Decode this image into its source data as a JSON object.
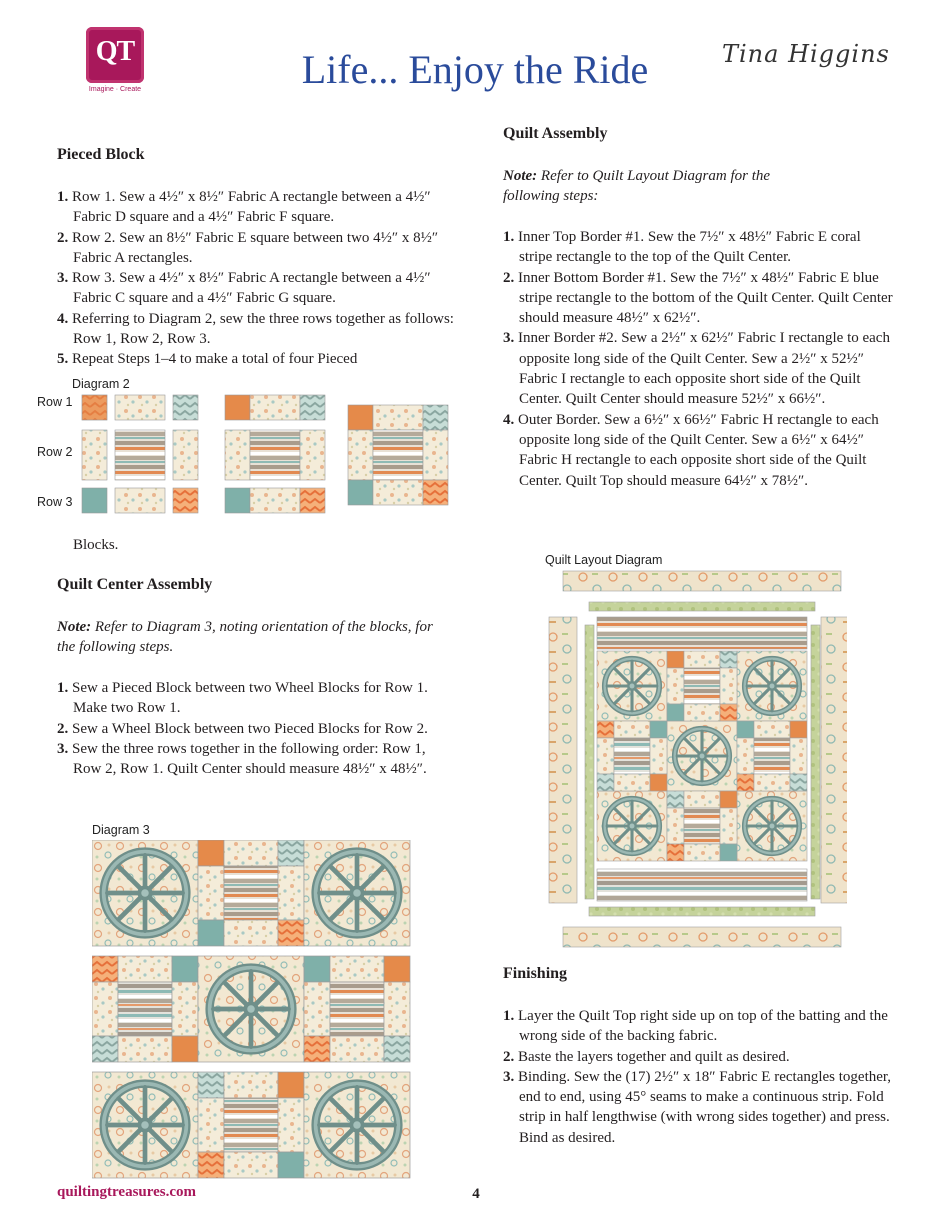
{
  "header": {
    "logo_text": "QT",
    "logo_tagline": "Imagine · Create",
    "title": "Life... Enjoy the Ride",
    "designer_signature": "Tina Higgins"
  },
  "left": {
    "pieced_block": {
      "heading": "Pieced Block",
      "steps": [
        {
          "num": "1.",
          "text": "Row 1. Sew a 4½″ x 8½″ Fabric A rectangle between a 4½″ Fabric D square and a 4½″ Fabric F square."
        },
        {
          "num": "2.",
          "text": "Row 2. Sew an 8½″ Fabric E square between two 4½″ x 8½″ Fabric A rectangles."
        },
        {
          "num": "3.",
          "text": "Row 3. Sew a 4½″ x 8½″ Fabric A rectangle between a 4½″ Fabric C square and a 4½″ Fabric G square."
        },
        {
          "num": "4.",
          "text": "Referring to Diagram 2, sew the three rows together as follows: Row 1, Row 2, Row 3."
        },
        {
          "num": "5.",
          "text": "Repeat Steps 1–4 to make a total of four Pieced"
        }
      ],
      "continuation": "Blocks."
    },
    "diagram2": {
      "caption": "Diagram 2",
      "row_labels": [
        "Row 1",
        "Row 2",
        "Row 3"
      ]
    },
    "quilt_center_assembly": {
      "heading": "Quilt Center Assembly",
      "note_label": "Note:",
      "note_text": " Refer to Diagram 3, noting orientation of the blocks, for the following steps.",
      "steps": [
        {
          "num": "1.",
          "text": "Sew a Pieced Block between two Wheel Blocks for Row 1. Make two Row 1."
        },
        {
          "num": "2.",
          "text": "Sew a Wheel Block between two Pieced Blocks for Row 2."
        },
        {
          "num": "3.",
          "text": "Sew the three rows together in the following order: Row 1, Row 2, Row 1. Quilt Center should measure 48½″ x 48½″."
        }
      ]
    },
    "diagram3": {
      "caption": "Diagram 3"
    }
  },
  "right": {
    "quilt_assembly": {
      "heading": "Quilt Assembly",
      "note_label": "Note:",
      "note_text": " Refer to Quilt Layout Diagram for the following steps:",
      "steps": [
        {
          "num": "1.",
          "text": "Inner Top Border #1. Sew the 7½″ x 48½″ Fabric E coral stripe rectangle to the top of the Quilt Center."
        },
        {
          "num": "2.",
          "text": "Inner Bottom Border #1. Sew the 7½″ x 48½″ Fabric E blue stripe rectangle to the bottom of the Quilt Center. Quilt Center should measure 48½″ x 62½″."
        },
        {
          "num": "3.",
          "text": "Inner Border #2. Sew a 2½″ x 62½″ Fabric I rectangle to each opposite long side of the Quilt Center. Sew a 2½″ x 52½″ Fabric I rectangle to each opposite short side of the Quilt Center. Quilt Center should measure 52½″ x 66½″."
        },
        {
          "num": "4.",
          "text": "Outer Border. Sew a 6½″ x 66½″ Fabric H rectangle to each opposite long side of the Quilt Center. Sew a 6½″ x 64½″ Fabric H rectangle to each opposite short side of the Quilt Center. Quilt Top should measure 64½″ x 78½″."
        }
      ]
    },
    "layout_diagram": {
      "caption": "Quilt Layout Diagram"
    },
    "finishing": {
      "heading": "Finishing",
      "steps": [
        {
          "num": "1.",
          "text": "Layer the Quilt Top right side up on top of the batting and the wrong side of the backing fabric."
        },
        {
          "num": "2.",
          "text": "Baste the layers together and quilt as desired."
        },
        {
          "num": "3.",
          "text": "Binding. Sew the (17) 2½″ x 18″ Fabric E rectangles together, end to end, using 45° seams to make a continuous strip. Fold strip in half lengthwise (with wrong sides together) and press. Bind as desired."
        }
      ]
    }
  },
  "footer": {
    "url": "quiltingtreasures.com",
    "page_number": "4"
  },
  "colors": {
    "title_blue": "#2a4b9b",
    "brand_magenta": "#a8185b",
    "fabric_orange": "#e07b3c",
    "fabric_teal": "#7fb3ad",
    "fabric_cream": "#f3ead6",
    "fabric_green": "#b8c98a",
    "fabric_taupe": "#a89a88"
  }
}
